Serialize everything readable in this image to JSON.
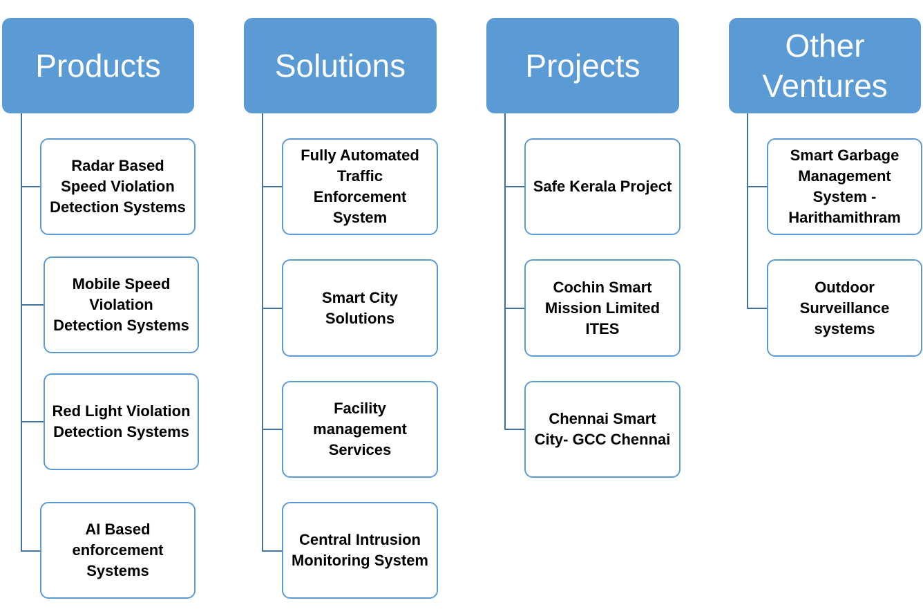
{
  "colors": {
    "header_fill": "#5b9bd5",
    "child_border": "#5b9bd5",
    "connector": "#41719c"
  },
  "columns": [
    {
      "title": "Products",
      "items": [
        "Radar Based\nSpeed Violation\nDetection Systems",
        "Mobile Speed\nViolation\nDetection Systems",
        "Red Light Violation\nDetection Systems",
        "AI Based\nenforcement\nSystems"
      ]
    },
    {
      "title": "Solutions",
      "items": [
        "Fully Automated\nTraffic\nEnforcement\nSystem",
        "Smart City\nSolutions",
        "Facility\nmanagement\nServices",
        "Central Intrusion\nMonitoring System"
      ]
    },
    {
      "title": "Projects",
      "items": [
        "Safe Kerala  Project",
        "Cochin Smart\nMission Limited\nITES",
        "Chennai Smart\nCity- GCC Chennai"
      ]
    },
    {
      "title": "Other\nVentures",
      "items": [
        "Smart Garbage\nManagement\nSystem -\nHarithamithram",
        "Outdoor\nSurveillance\nsystems"
      ]
    }
  ]
}
